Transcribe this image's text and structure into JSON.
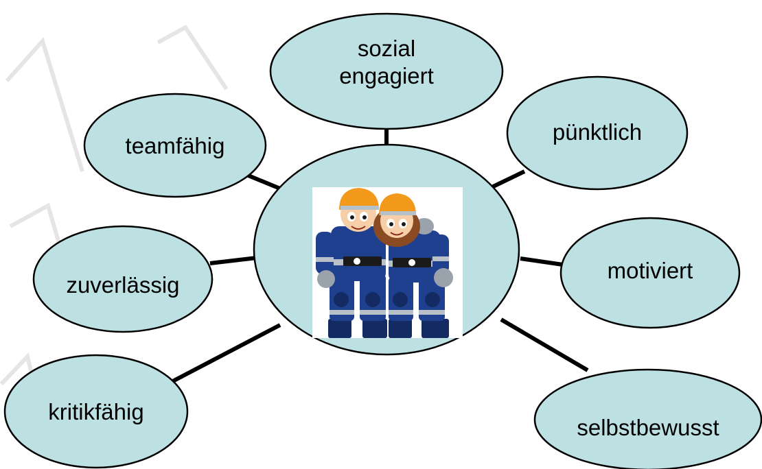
{
  "diagram": {
    "colors": {
      "bubble_fill": "#bde0e3",
      "bubble_stroke": "#000000",
      "connector": "#000000",
      "suit_blue": "#1f3f8f",
      "suit_dark": "#142a63",
      "helmet_orange": "#f39a1c",
      "reflective_stripe": "#b8c0c8",
      "glove_gray": "#9aa3ab",
      "skin": "#f6cfa8",
      "hair_brown": "#8a4a22",
      "watermark": "#d0d0d0"
    },
    "center_image": {
      "icon": "two-firefighters-illustration-icon"
    },
    "bubbles": [
      {
        "id": "sozial-engagiert",
        "lines": [
          "sozial",
          "engagiert"
        ]
      },
      {
        "id": "teamfaehig",
        "lines": [
          "teamfähig"
        ]
      },
      {
        "id": "puenktlich",
        "lines": [
          "pünktlich"
        ]
      },
      {
        "id": "zuverlaessig",
        "lines": [
          "zuverlässig"
        ]
      },
      {
        "id": "motiviert",
        "lines": [
          "motiviert"
        ]
      },
      {
        "id": "kritikfaehig",
        "lines": [
          "kritikfähig"
        ]
      },
      {
        "id": "selbstbewusst",
        "lines": [
          "selbstbewusst"
        ]
      }
    ]
  }
}
